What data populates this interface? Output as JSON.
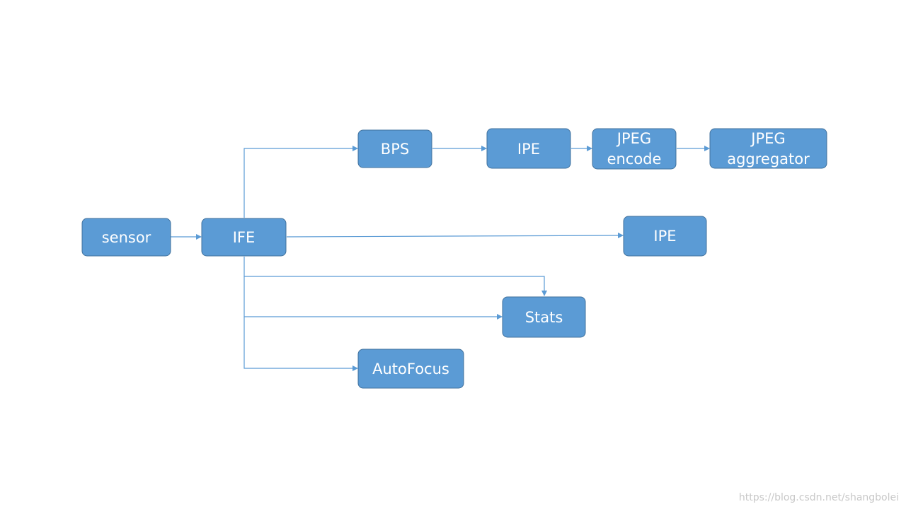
{
  "nodes": {
    "sensor": "sensor",
    "ife": "IFE",
    "bps": "BPS",
    "ipe_top": "IPE",
    "jpeg_encode": [
      "JPEG",
      "encode"
    ],
    "jpeg_aggregator": [
      "JPEG",
      "aggregator"
    ],
    "ipe_mid": "IPE",
    "stats": "Stats",
    "autofocus": "AutoFocus"
  },
  "edges": [
    {
      "from": "sensor",
      "to": "IFE"
    },
    {
      "from": "IFE",
      "to": "BPS"
    },
    {
      "from": "BPS",
      "to": "IPE"
    },
    {
      "from": "IPE",
      "to": "JPEG encode"
    },
    {
      "from": "JPEG encode",
      "to": "JPEG aggregator"
    },
    {
      "from": "IFE",
      "to": "IPE"
    },
    {
      "from": "IFE",
      "to": "Stats"
    },
    {
      "from": "IFE",
      "to": "Stats"
    },
    {
      "from": "IFE",
      "to": "AutoFocus"
    }
  ],
  "colors": {
    "node_fill": "#5b9bd5",
    "node_border": "#41719c",
    "edge": "#5b9bd5",
    "text": "#ffffff"
  },
  "watermark": "https://blog.csdn.net/shangbolei"
}
